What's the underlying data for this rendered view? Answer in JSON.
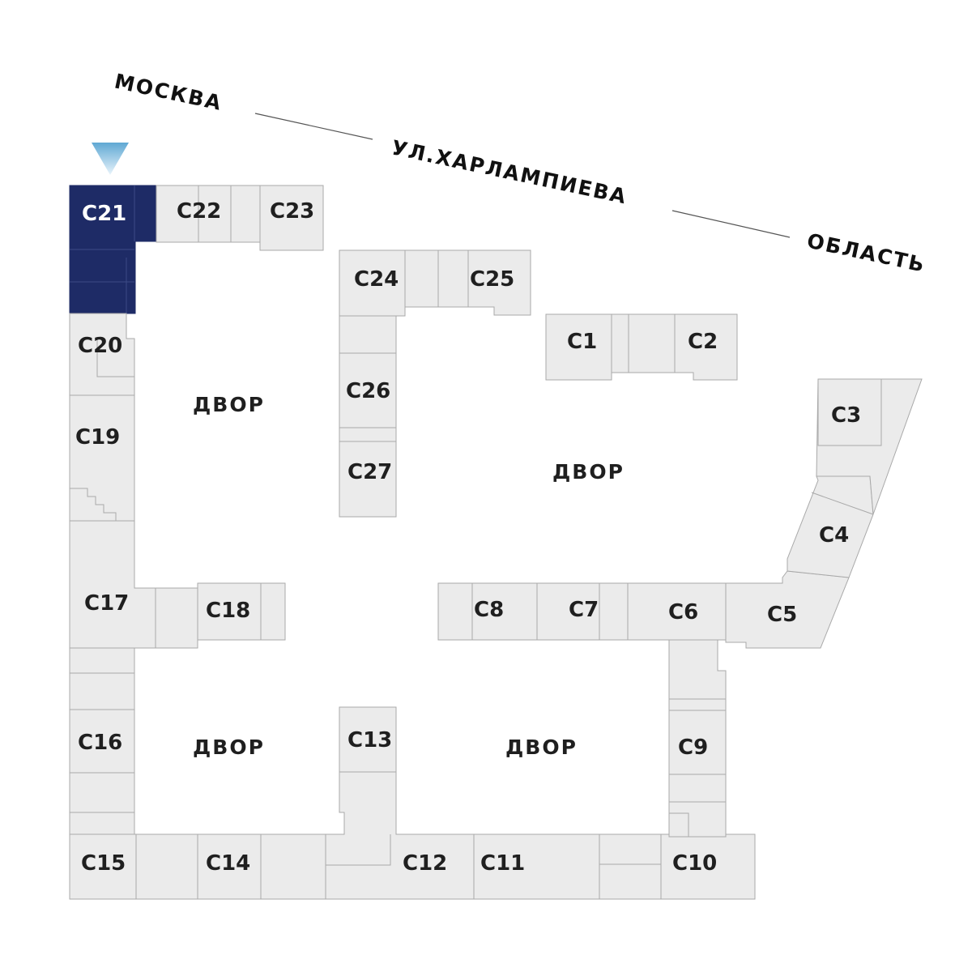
{
  "street": {
    "moscow": "МОСКВА",
    "name": "УЛ.ХАРЛАМПИЕВА",
    "region": "ОБЛАСТЬ"
  },
  "yard_label": "ДВОР",
  "units": {
    "c1": "С1",
    "c2": "С2",
    "c3": "С3",
    "c4": "С4",
    "c5": "С5",
    "c6": "С6",
    "c7": "С7",
    "c8": "С8",
    "c9": "С9",
    "c10": "С10",
    "c11": "С11",
    "c12": "С12",
    "c13": "С13",
    "c14": "С14",
    "c15": "С15",
    "c16": "С16",
    "c17": "С17",
    "c18": "С18",
    "c19": "С19",
    "c20": "С20",
    "c21": "С21",
    "c22": "С22",
    "c23": "С23",
    "c24": "С24",
    "c25": "С25",
    "c26": "С26",
    "c27": "С27"
  },
  "selected_unit": "С21",
  "colors": {
    "selected": "#1e2b66",
    "marker": "#5fa8d3",
    "block": "#ebebeb",
    "outline": "#a9a9a9"
  },
  "icons": {
    "marker": "location-marker-triangle-icon"
  }
}
